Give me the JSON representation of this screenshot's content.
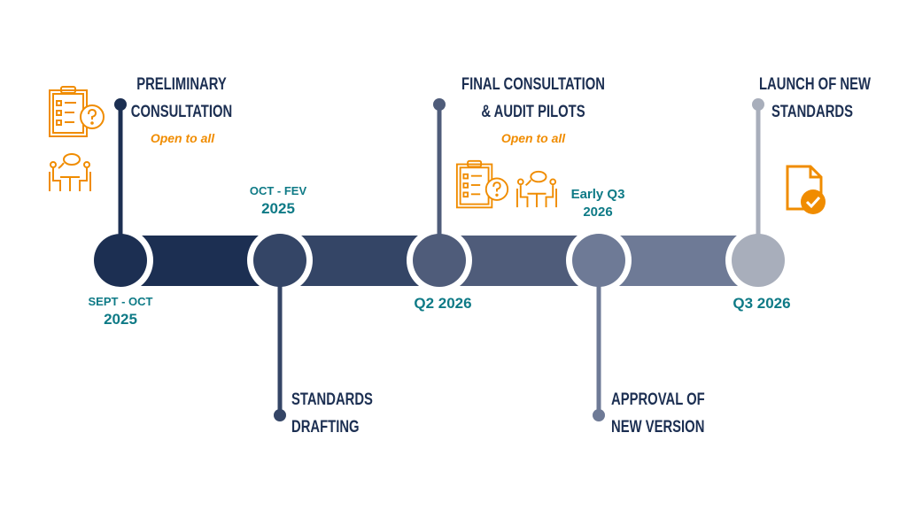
{
  "colors": {
    "node1": "#1c2f52",
    "node2": "#344566",
    "node3": "#4f5c7a",
    "node4": "#6e7a96",
    "node5": "#a8aebb",
    "accent": "#f08c00",
    "date": "#0e7a86"
  },
  "milestones": [
    {
      "title_l1": "PRELIMINARY",
      "title_l2": "CONSULTATION",
      "note": "Open to all",
      "date_l1": "SEPT - OCT",
      "date_l2": "2025"
    },
    {
      "title_l1": "STANDARDS",
      "title_l2": "DRAFTING",
      "date_l1": "OCT - FEV",
      "date_l2": "2025"
    },
    {
      "title_l1": "FINAL CONSULTATION",
      "title_l2": "& AUDIT PILOTS",
      "note": "Open to all",
      "date_l1": "Q2 2026"
    },
    {
      "title_l1": "APPROVAL OF",
      "title_l2": "NEW VERSION",
      "date_l1": "Early Q3",
      "date_l2": "2026"
    },
    {
      "title_l1": "LAUNCH OF NEW",
      "title_l2": "STANDARDS",
      "date_l1": "Q3 2026"
    }
  ],
  "icons": [
    "clipboard-question-icon",
    "meeting-icon",
    "document-check-icon"
  ]
}
